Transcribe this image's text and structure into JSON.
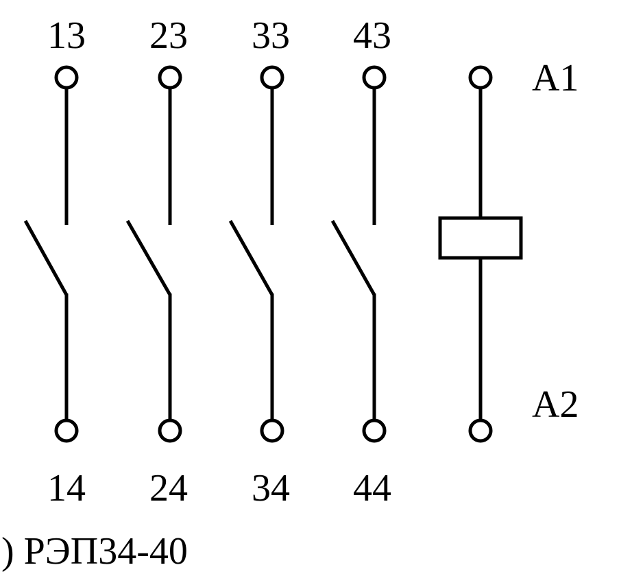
{
  "contacts": [
    {
      "top_label": "13",
      "bottom_label": "14"
    },
    {
      "top_label": "23",
      "bottom_label": "24"
    },
    {
      "top_label": "33",
      "bottom_label": "34"
    },
    {
      "top_label": "43",
      "bottom_label": "44"
    }
  ],
  "coil": {
    "top_label": "A1",
    "bottom_label": "A2"
  },
  "caption": ") РЭП34-40"
}
